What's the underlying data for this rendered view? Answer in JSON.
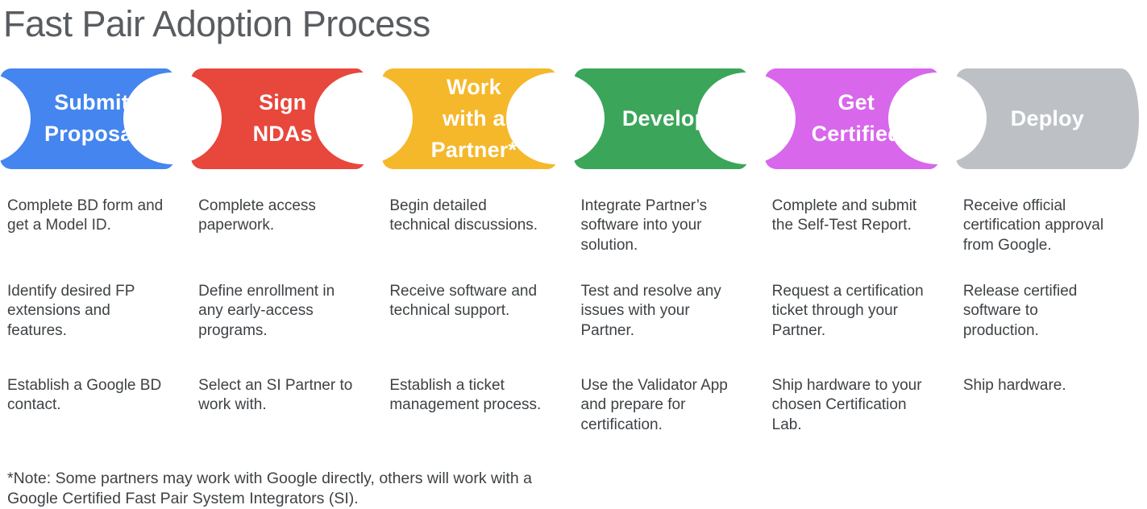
{
  "title": "Fast Pair Adoption Process",
  "note": "*Note: Some partners may work with Google directly, others will work with a\nGoogle Certified Fast Pair System Integrators (SI).",
  "steps": [
    {
      "label": "Submit\nProposal",
      "color": "#4485EF",
      "details": [
        "Complete BD form and\nget a Model ID.",
        "Identify desired FP\nextensions and\nfeatures.",
        "Establish a Google BD\ncontact."
      ]
    },
    {
      "label": "Sign\nNDAs",
      "color": "#E8473C",
      "details": [
        "Complete access\npaperwork.",
        "Define enrollment in\nany early-access\nprograms.",
        "Select an SI Partner to\nwork with."
      ]
    },
    {
      "label": "Work\nwith a\nPartner*",
      "color": "#F5B82B",
      "details": [
        "Begin detailed\ntechnical discussions.",
        "Receive software and\ntechnical support.",
        "Establish a ticket\nmanagement process."
      ]
    },
    {
      "label": "Develop",
      "color": "#3BA55A",
      "details": [
        "Integrate Partner’s\nsoftware into your\nsolution.",
        "Test and resolve any\nissues with your\nPartner.",
        "Use the Validator App\nand prepare for\ncertification."
      ]
    },
    {
      "label": "Get\nCertified",
      "color": "#D867EB",
      "details": [
        "Complete and submit\nthe Self-Test Report.",
        "Request a certification\nticket through your\nPartner.",
        "Ship hardware to your\nchosen Certification\nLab."
      ]
    },
    {
      "label": "Deploy",
      "color": "#BDC1C6",
      "details": [
        "Receive official\ncertification approval\nfrom Google.",
        "Release certified\nsoftware to\nproduction.",
        "Ship hardware."
      ]
    }
  ]
}
